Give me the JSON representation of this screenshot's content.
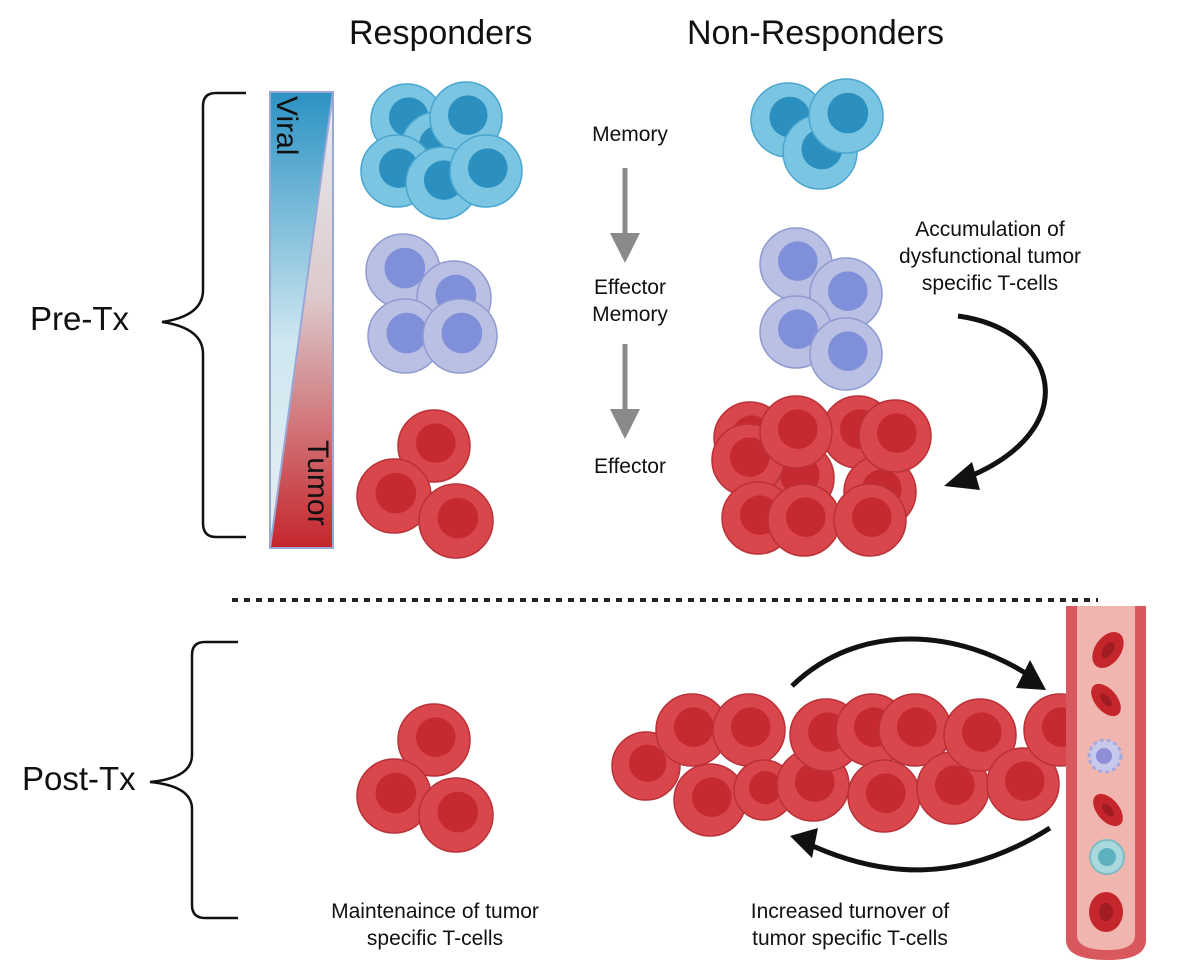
{
  "headers": {
    "responders": "Responders",
    "non_responders": "Non-Responders"
  },
  "phases": {
    "pre": "Pre-Tx",
    "post": "Post-Tx"
  },
  "gradient": {
    "top": "Viral",
    "bottom": "Tumor"
  },
  "stages": {
    "memory": "Memory",
    "effector_memory": [
      "Effector",
      "Memory"
    ],
    "effector": "Effector"
  },
  "notes": {
    "accumulation": [
      "Accumulation of",
      "dysfunctional tumor",
      "specific T-cells"
    ],
    "maintenance": [
      "Maintenaince of tumor",
      "specific T-cells"
    ],
    "turnover": [
      "Increased turnover of",
      "tumor specific T-cells"
    ]
  },
  "colors": {
    "memory_outer": "#7ac5e2",
    "memory_inner": "#2b8fbf",
    "effmem_outer": "#b9c0e3",
    "effmem_inner": "#7f8fda",
    "effector_outer": "#d9464b",
    "effector_inner": "#c42a30",
    "vessel": "#d9585d",
    "vessel_lumen": "#f1b5b0"
  }
}
